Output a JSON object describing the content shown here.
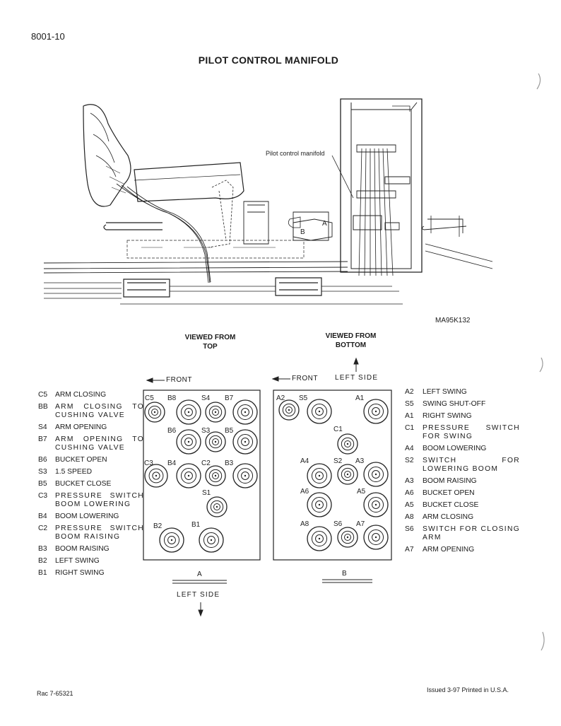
{
  "header": {
    "page_number": "8001-10",
    "title": "PILOT CONTROL MANIFOLD"
  },
  "figure": {
    "callout": "Pilot control manifold",
    "callout_a": "A",
    "callout_b": "B",
    "figure_id": "MA95K132"
  },
  "views": {
    "top_label_line1": "VIEWED FROM",
    "top_label_line2": "TOP",
    "bottom_label_line1": "VIEWED FROM",
    "bottom_label_line2": "BOTTOM",
    "front": "FRONT",
    "left_side": "LEFT SIDE",
    "view_a": "A",
    "view_b": "B"
  },
  "ports": {
    "a": [
      "C5",
      "B8",
      "S4",
      "B7",
      "B6",
      "S3",
      "B5",
      "C3",
      "B4",
      "C2",
      "B3",
      "S1",
      "B2",
      "B1"
    ],
    "b": [
      "A2",
      "S5",
      "A1",
      "C1",
      "A4",
      "S2",
      "A3",
      "A6",
      "A5",
      "A8",
      "S6",
      "A7"
    ]
  },
  "legend_left": [
    {
      "code": "C5",
      "desc": "ARM CLOSING"
    },
    {
      "code": "BB",
      "desc": "ARM CLOSING TO CUSHING VALVE"
    },
    {
      "code": "S4",
      "desc": "ARM OPENING"
    },
    {
      "code": "B7",
      "desc": "ARM OPENING TO CUSHING VALVE"
    },
    {
      "code": "B6",
      "desc": "BUCKET OPEN"
    },
    {
      "code": "S3",
      "desc": "1.5 SPEED"
    },
    {
      "code": "B5",
      "desc": "BUCKET CLOSE"
    },
    {
      "code": "C3",
      "desc": "PRESSURE SWITCH BOOM LOWERING"
    },
    {
      "code": "B4",
      "desc": "BOOM LOWERING"
    },
    {
      "code": "C2",
      "desc": "PRESSURE SWITCH BOOM RAISING"
    },
    {
      "code": "B3",
      "desc": "BOOM RAISING"
    },
    {
      "code": "B2",
      "desc": "LEFT SWING"
    },
    {
      "code": "B1",
      "desc": "RIGHT SWING"
    }
  ],
  "legend_right": [
    {
      "code": "A2",
      "desc": "LEFT SWING"
    },
    {
      "code": "S5",
      "desc": "SWING SHUT-OFF"
    },
    {
      "code": "A1",
      "desc": "RIGHT SWING"
    },
    {
      "code": "C1",
      "desc": "PRESSURE SWITCH FOR SWING"
    },
    {
      "code": "A4",
      "desc": "BOOM LOWERING"
    },
    {
      "code": "S2",
      "desc": "SWITCH FOR LOWERING BOOM"
    },
    {
      "code": "A3",
      "desc": "BOOM RAISING"
    },
    {
      "code": "A6",
      "desc": "BUCKET OPEN"
    },
    {
      "code": "A5",
      "desc": "BUCKET CLOSE"
    },
    {
      "code": "A8",
      "desc": "ARM CLOSING"
    },
    {
      "code": "S6",
      "desc": "SWITCH FOR CLOSING ARM"
    },
    {
      "code": "A7",
      "desc": "ARM OPENING"
    }
  ],
  "footer": {
    "left": "Rac 7-65321",
    "right": "Issued 3-97   Printed in U.S.A."
  }
}
